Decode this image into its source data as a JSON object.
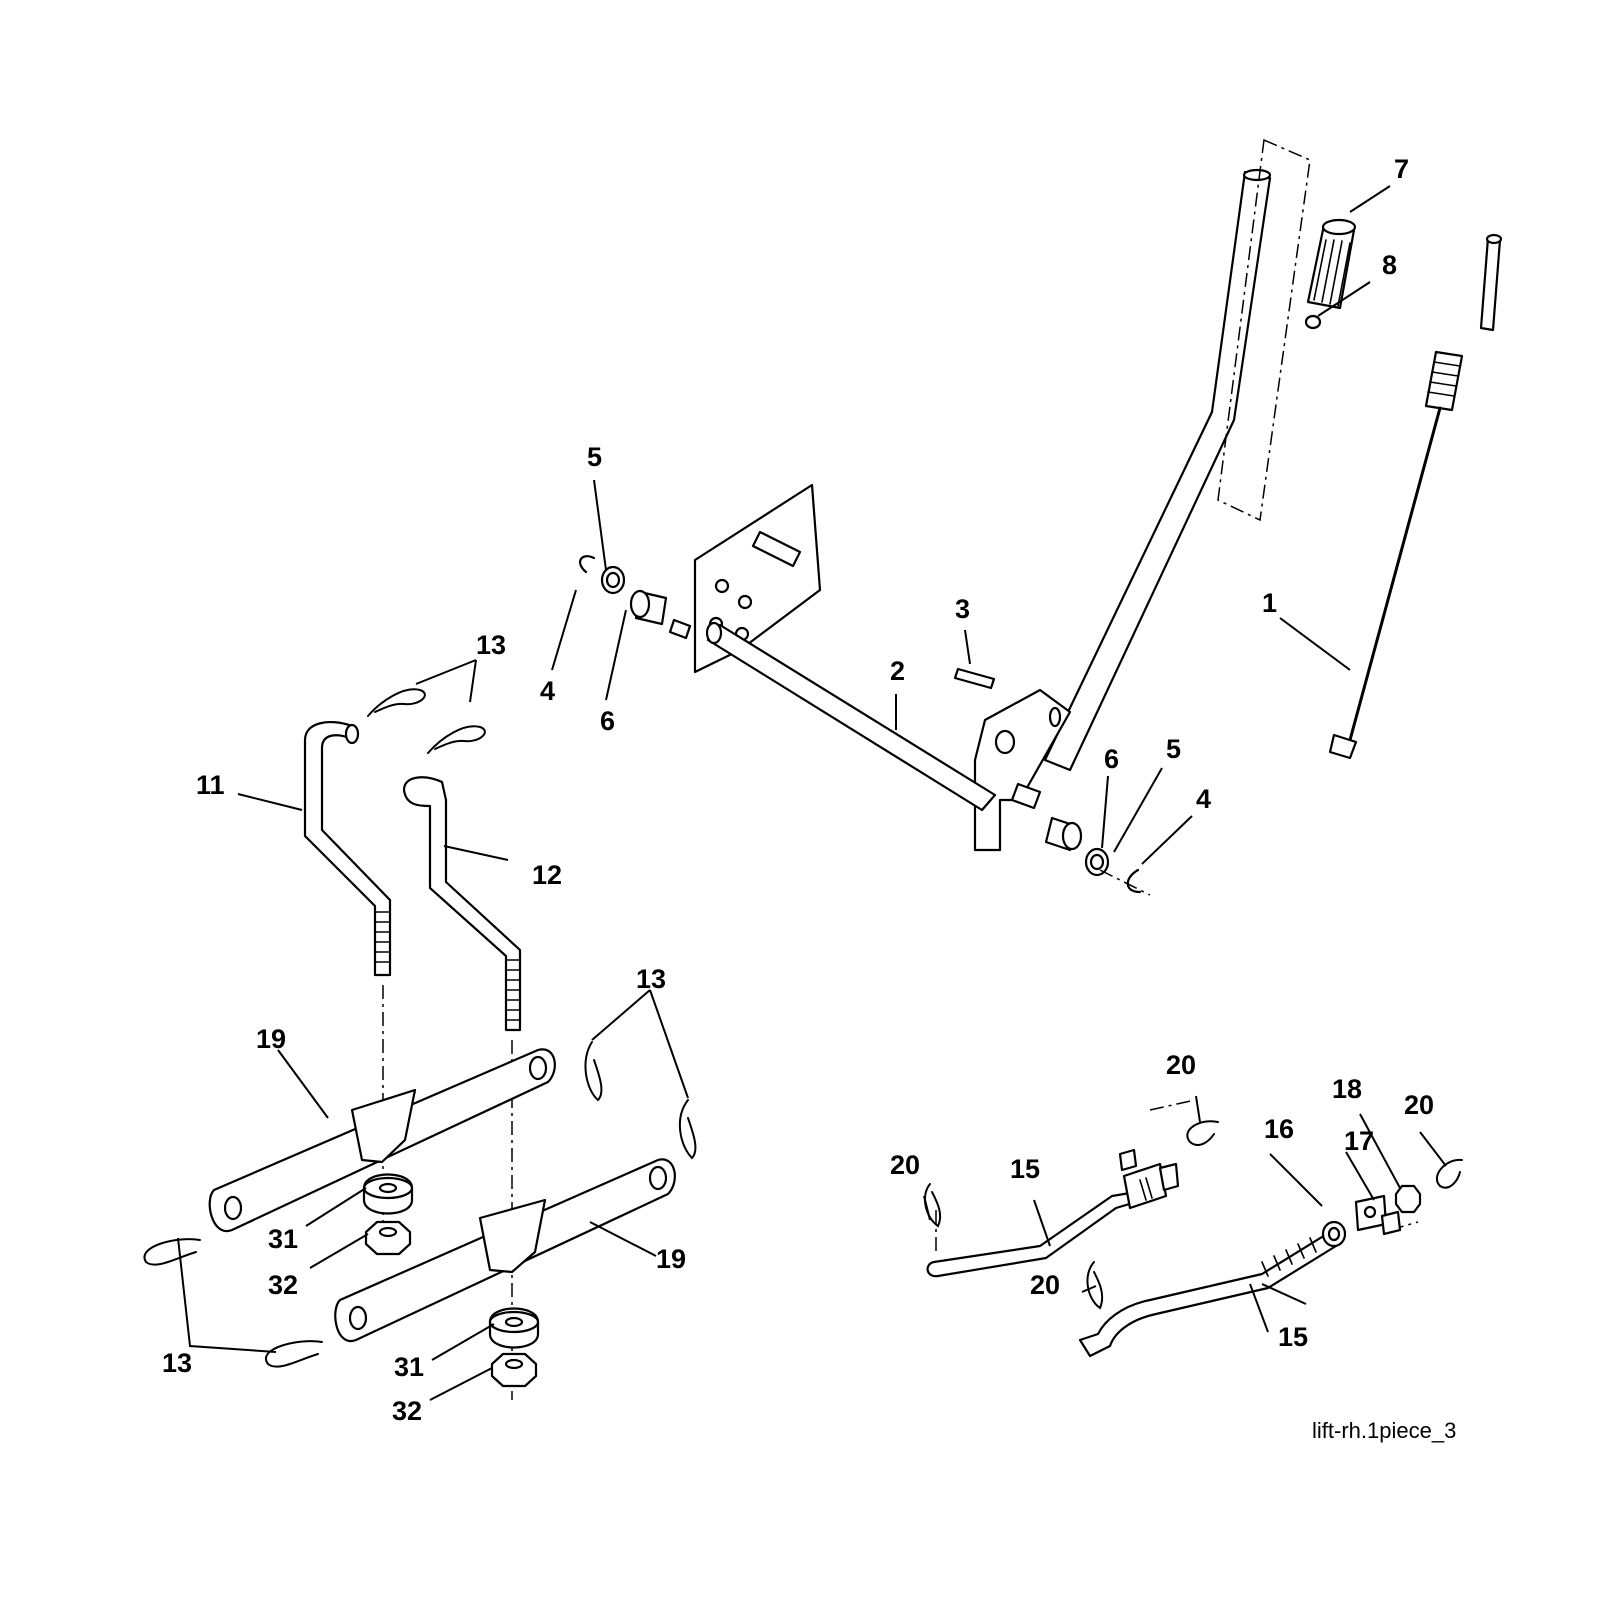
{
  "callouts": {
    "c1": "1",
    "c2": "2",
    "c3": "3",
    "c4a": "4",
    "c4b": "4",
    "c5a": "5",
    "c5b": "5",
    "c6a": "6",
    "c6b": "6",
    "c7": "7",
    "c8": "8",
    "c11": "11",
    "c12": "12",
    "c13a": "13",
    "c13b": "13",
    "c13c": "13",
    "c15a": "15",
    "c15b": "15",
    "c16": "16",
    "c17": "17",
    "c18": "18",
    "c19a": "19",
    "c19b": "19",
    "c20a": "20",
    "c20b": "20",
    "c20c": "20",
    "c20d": "20",
    "c31a": "31",
    "c31b": "31",
    "c32a": "32",
    "c32b": "32"
  },
  "caption": "lift-rh.1piece_3",
  "colors": {
    "line": "#000000",
    "background": "#ffffff"
  }
}
